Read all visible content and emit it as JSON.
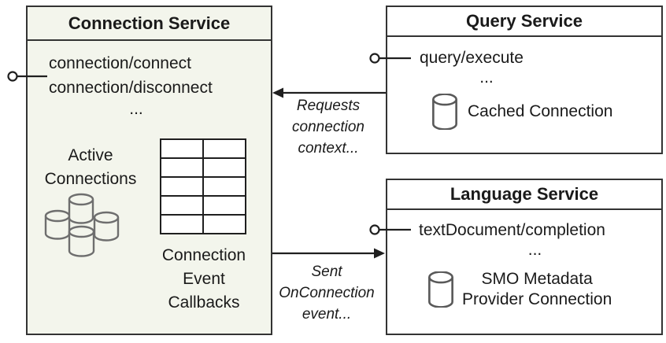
{
  "colors": {
    "canvas_bg": "#ffffff",
    "connection_box_fill": "#f3f5ec",
    "service_box_fill": "#ffffff",
    "border": "#333333",
    "line": "#1f1f1f",
    "cylinder_stroke": "#595959",
    "cluster_cylinder_stroke": "#6e6e6e",
    "text": "#1a1a1a"
  },
  "connection_service": {
    "title": "Connection Service",
    "method_1": "connection/connect",
    "method_2": "connection/disconnect",
    "ellipsis": "...",
    "active_connections": {
      "line_1": "Active",
      "line_2": "Connections"
    },
    "callbacks": {
      "line_1": "Connection",
      "line_2": "Event",
      "line_3": "Callbacks"
    }
  },
  "query_service": {
    "title": "Query Service",
    "method": "query/execute",
    "ellipsis": "...",
    "cached_connection_label": "Cached Connection"
  },
  "language_service": {
    "title": "Language Service",
    "method": "textDocument/completion",
    "ellipsis": "...",
    "provider_connection": {
      "line_1": "SMO Metadata",
      "line_2": "Provider Connection"
    }
  },
  "annotations": {
    "requests": {
      "line_1": "Requests",
      "line_2": "connection",
      "line_3": "context..."
    },
    "sent": {
      "line_1": "Sent",
      "line_2": "OnConnection",
      "line_3": "event..."
    }
  }
}
